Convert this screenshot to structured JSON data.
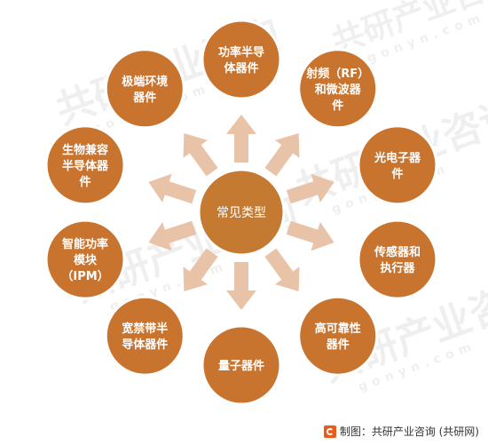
{
  "diagram": {
    "center_label": "常见类型",
    "nodes": [
      {
        "id": "power-semiconductor",
        "lines": [
          "功率半导",
          "体器件"
        ]
      },
      {
        "id": "rf-acoustic-wave",
        "lines": [
          "射频（RF）",
          "和微波器",
          "件"
        ]
      },
      {
        "id": "optoelectronic",
        "lines": [
          "光电子器",
          "件"
        ]
      },
      {
        "id": "sensor-actuator",
        "lines": [
          "传感器和",
          "执行器"
        ]
      },
      {
        "id": "high-reliability",
        "lines": [
          "高可靠性",
          "器件"
        ]
      },
      {
        "id": "quantum",
        "lines": [
          "量子器件"
        ]
      },
      {
        "id": "wide-bandgap",
        "lines": [
          "宽禁带半",
          "导体器件"
        ]
      },
      {
        "id": "ipm",
        "lines": [
          "智能功率",
          "模块",
          "（IPM）"
        ]
      },
      {
        "id": "biocompatible",
        "lines": [
          "生物兼容",
          "半导体器",
          "件"
        ]
      },
      {
        "id": "extreme-environment",
        "lines": [
          "极端环境",
          "器件"
        ]
      }
    ],
    "colors": {
      "node_fill": "#c8742f",
      "center_fill": "#c57a32",
      "arrow_fill": "#e9c3a8",
      "ring": "#ffffff"
    }
  },
  "watermark": {
    "text": "共研产业咨询",
    "subtext": "gonyn.com"
  },
  "footer": {
    "logo_icon": "gonyn-logo-icon",
    "text": "制图：共研产业咨询 (共研网)"
  }
}
